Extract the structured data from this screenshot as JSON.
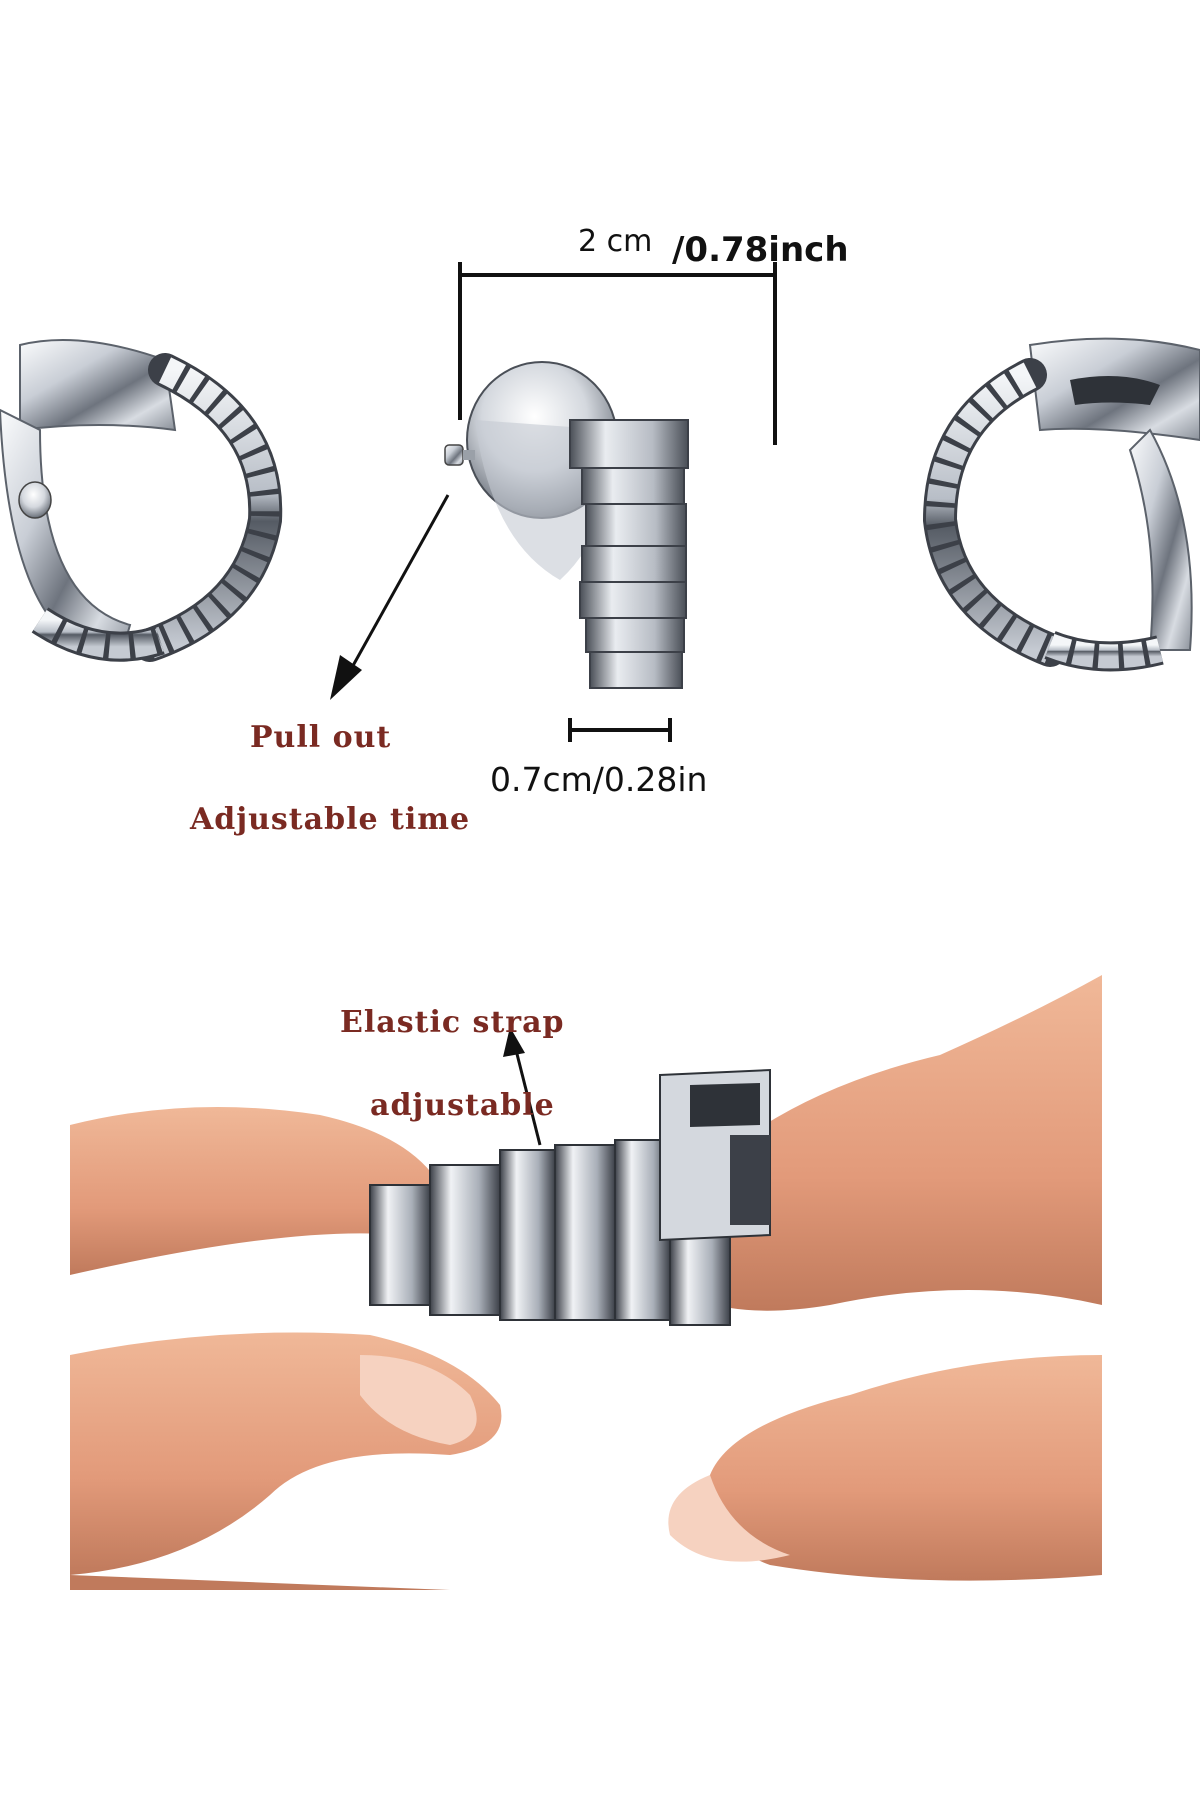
{
  "dimensions": {
    "width_cm": "2 cm",
    "width_inch": "/0.78inch",
    "band_width": "0.7cm/0.28in"
  },
  "captions": {
    "pull_out": "Pull out",
    "adjustable_time": "Adjustable time",
    "elastic_strap": "Elastic strap",
    "adjustable": "adjustable"
  },
  "colors": {
    "caption": "#7a2a22",
    "dimension_text": "#111111",
    "metal_light": "#e8eaee",
    "metal_dark": "#3c4048",
    "skin": "#e9a98a",
    "skin_shadow": "#c07a5c"
  }
}
